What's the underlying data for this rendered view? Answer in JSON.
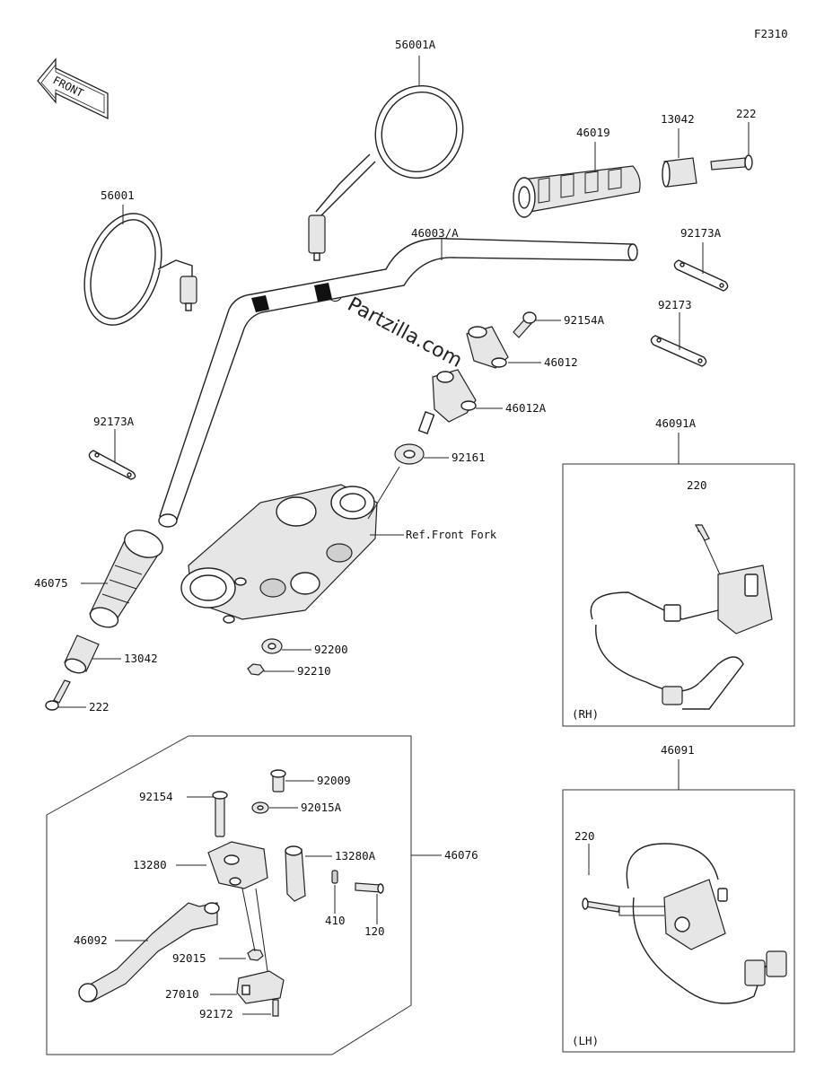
{
  "figure_code": "F2310",
  "front_arrow": "FRONT",
  "watermark": "© Partzilla.com",
  "ref_note": "Ref.Front Fork",
  "parts": {
    "mirror_r": "56001A",
    "mirror_l": "56001",
    "handlebar": "46003/A",
    "grip_r": "46019",
    "weight_r": "13042",
    "screw_r": "222",
    "clamp_holder_r": "92173A",
    "clamp_holder": "92173",
    "bolt_holder": "92154A",
    "holder_upper": "46012",
    "holder_lower": "46012A",
    "holder_l_plate": "92173A",
    "washer_holder": "92161",
    "grip_l": "46075",
    "weight_l": "13042",
    "screw_l": "222",
    "washer_92200": "92200",
    "nut_92210": "92210",
    "switch_rh_assy": "46091A",
    "screw_rh": "220",
    "rh_tag": "(RH)",
    "switch_lh_assy": "46091",
    "screw_lh": "220",
    "lh_tag": "(LH)",
    "lever_assy": "46076",
    "bolt_92009": "92009",
    "bolt_92154": "92154",
    "collar_92015a": "92015A",
    "bracket_13280": "13280",
    "bracket_13280a": "13280A",
    "lever_46092": "46092",
    "spring_410": "410",
    "pin_120": "120",
    "nut_92015": "92015",
    "switch_27010": "27010",
    "screw_92172": "92172"
  }
}
